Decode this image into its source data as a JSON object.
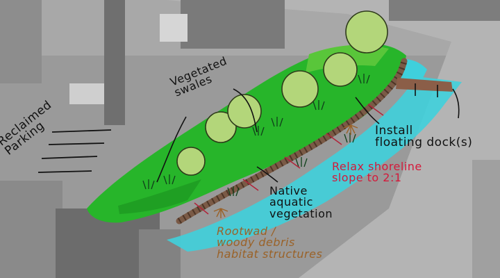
{
  "labels": {
    "vegetated_swales": "Vegetated\nswales",
    "reclaimed_parking": "Reclaimed\nParking",
    "install_floating_docks": "Install\nfloating dock(s)",
    "relax_shoreline_slope": "Relax shoreline\nslope to 2:1",
    "native_aquatic_vegetation": "Native\naquatic\nvegetation",
    "rootwad_woody_debris": "Rootwad /\nwoody debris\nhabitat structures"
  },
  "colors": {
    "lawn": "#27b52a",
    "lawn_light": "#59c63a",
    "shallow_water": "#3fd0dc",
    "tree_canopy": "#b3d67a",
    "boardwalk": "#7a5a46",
    "dock": "#8b5e48",
    "annotation_black": "#111111",
    "annotation_red": "#d4193a",
    "annotation_brown": "#9a6228"
  }
}
